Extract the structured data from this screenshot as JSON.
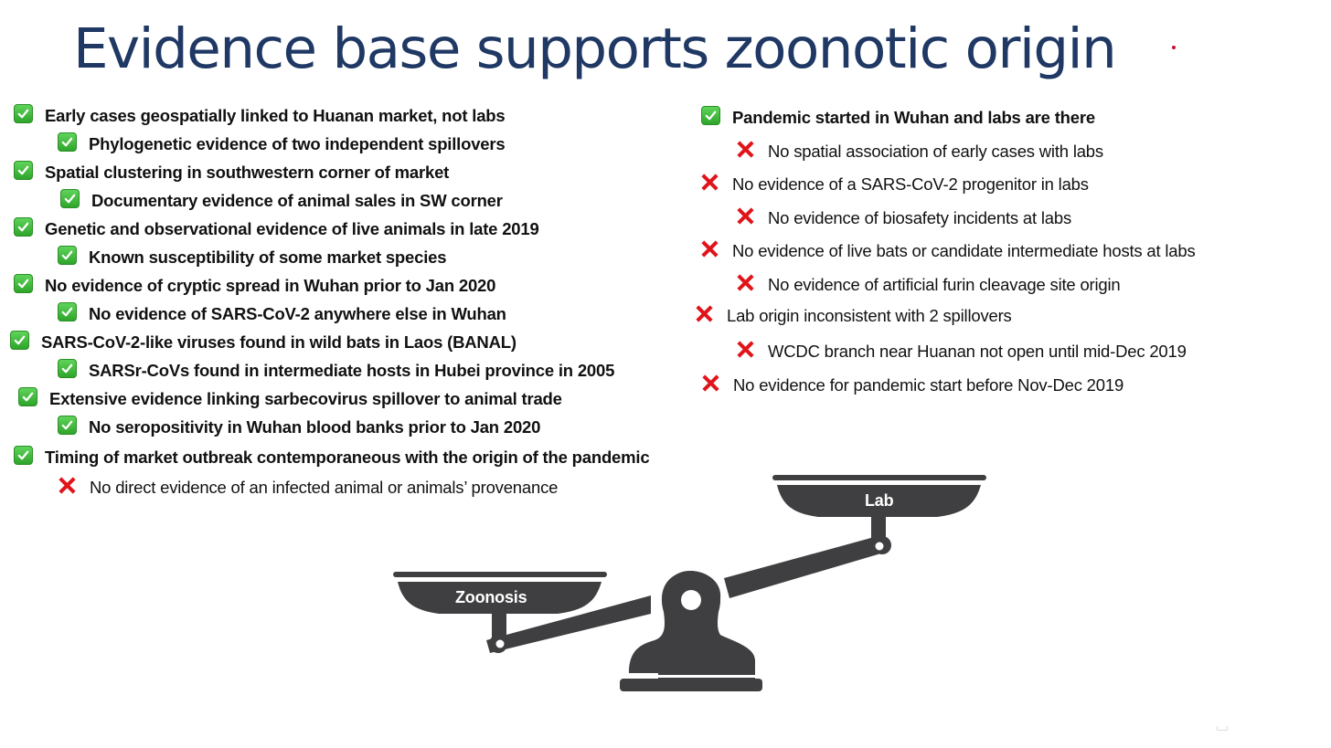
{
  "slide": {
    "title": "Evidence base supports zoonotic origin"
  },
  "icons": {
    "check": "green-checkbox-check-icon",
    "cross": "red-x-cross-icon"
  },
  "colors": {
    "title": "#1f3864",
    "check_green": "#3bb537",
    "cross_red": "#e0151b",
    "scale_gray": "#3f3f41"
  },
  "left_column": {
    "items": [
      {
        "icon": "check",
        "level": 0,
        "text": "Early cases geospatially linked to Huanan market, not labs"
      },
      {
        "icon": "check",
        "level": 1,
        "text": "Phylogenetic evidence of two independent spillovers"
      },
      {
        "icon": "check",
        "level": 0,
        "text": "Spatial clustering in southwestern corner of market"
      },
      {
        "icon": "check",
        "level": 1,
        "text": "Documentary evidence of animal sales in SW corner"
      },
      {
        "icon": "check",
        "level": 0,
        "text": "Genetic and observational evidence of live animals in late 2019"
      },
      {
        "icon": "check",
        "level": 1,
        "text": "Known susceptibility of some market species"
      },
      {
        "icon": "check",
        "level": 0,
        "text": "No evidence of cryptic spread in Wuhan prior to Jan 2020"
      },
      {
        "icon": "check",
        "level": 1,
        "text": "No evidence of SARS-CoV-2 anywhere else in Wuhan"
      },
      {
        "icon": "check",
        "level": 0,
        "text": "SARS-CoV-2-like viruses found in wild bats in Laos (BANAL)"
      },
      {
        "icon": "check",
        "level": 1,
        "text": "SARSr-CoVs found in intermediate hosts in Hubei province in 2005"
      },
      {
        "icon": "check",
        "level": 0,
        "text": "Extensive evidence linking sarbecovirus spillover to animal trade"
      },
      {
        "icon": "check",
        "level": 1,
        "text": "No seropositivity in Wuhan blood banks prior to Jan 2020"
      },
      {
        "icon": "check",
        "level": 0,
        "text": "Timing of market outbreak contemporaneous with the origin of the pandemic"
      },
      {
        "icon": "cross",
        "level": 1,
        "text": "No direct evidence of an infected animal or animals’ provenance"
      }
    ]
  },
  "right_column": {
    "items": [
      {
        "icon": "check",
        "level": 0,
        "text": "Pandemic started in Wuhan and labs are there"
      },
      {
        "icon": "cross",
        "level": 1,
        "text": "No spatial association of early cases with labs"
      },
      {
        "icon": "cross",
        "level": 0,
        "text": "No evidence of a SARS-CoV-2 progenitor in labs"
      },
      {
        "icon": "cross",
        "level": 1,
        "text": "No evidence of biosafety incidents at labs"
      },
      {
        "icon": "cross",
        "level": 0,
        "text": "No evidence of live bats or candidate intermediate hosts at labs"
      },
      {
        "icon": "cross",
        "level": 1,
        "text": "No evidence of artificial furin cleavage site origin"
      },
      {
        "icon": "cross",
        "level": 0,
        "text": "Lab origin inconsistent with 2 spillovers"
      },
      {
        "icon": "cross",
        "level": 1,
        "text": "WCDC branch near Huanan not open until mid-Dec 2019"
      },
      {
        "icon": "cross",
        "level": 0,
        "text": "No evidence for pandemic start before Nov-Dec 2019"
      }
    ]
  },
  "scale": {
    "left_pan_label": "Zoonosis",
    "right_pan_label": "Lab",
    "heavier_side": "Zoonosis"
  }
}
